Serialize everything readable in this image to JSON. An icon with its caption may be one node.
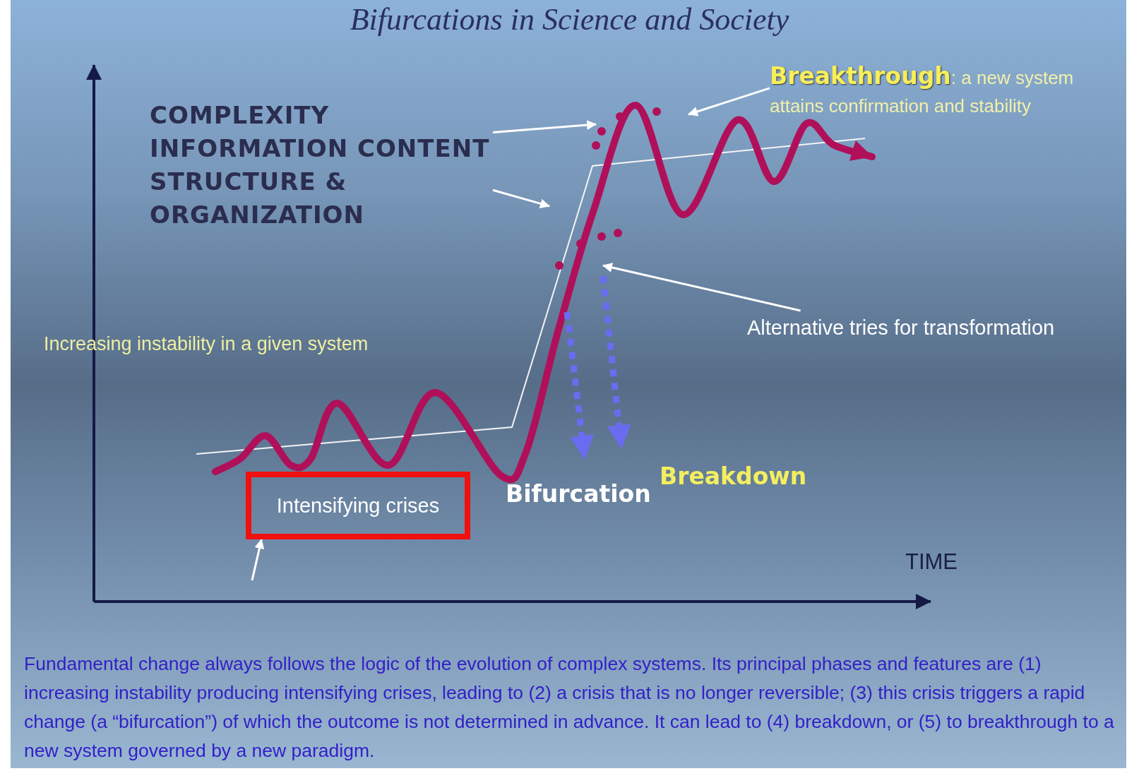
{
  "diagram": {
    "title": "Bifurcations in Science and Society",
    "caption": "Fundamental change always follows the logic of the evolution of complex systems. Its principal phases and features are (1) increasing instability producing intensifying crises, leading to (2) a crisis that is no longer reversible; (3) this crisis triggers a rapid change (a “bifurcation”) of which the outcome is not determined in advance. It can lead to (4) breakdown, or (5) to breakthrough to a new system governed by a new paradigm.",
    "nodes": [
      {
        "text": [
          "COMPLEXITY INFORMATION CONTENT STRUCTURE & ORGANIZATION"
        ]
      },
      {
        "text": [
          "**Breakthrough**: a new system attains confirmation and stability"
        ]
      },
      {
        "text": [
          "Alternative tries for transformation"
        ]
      },
      {
        "text": [
          "Intensifying crises"
        ]
      }
    ],
    "edges": [
      {
        "from": 0,
        "to": null,
        "arrow": "to"
      },
      {
        "from": 0,
        "to": null,
        "arrow": "to"
      },
      {
        "from": 1,
        "to": null,
        "arrow": "to"
      },
      {
        "from": 2,
        "to": null,
        "arrow": "to"
      },
      {
        "from": null,
        "to": 3,
        "arrow": "to"
      }
    ],
    "labels": [
      "Increasing instability in a given system",
      "Bifurcation",
      "Breakdown",
      "TIME"
    ]
  }
}
